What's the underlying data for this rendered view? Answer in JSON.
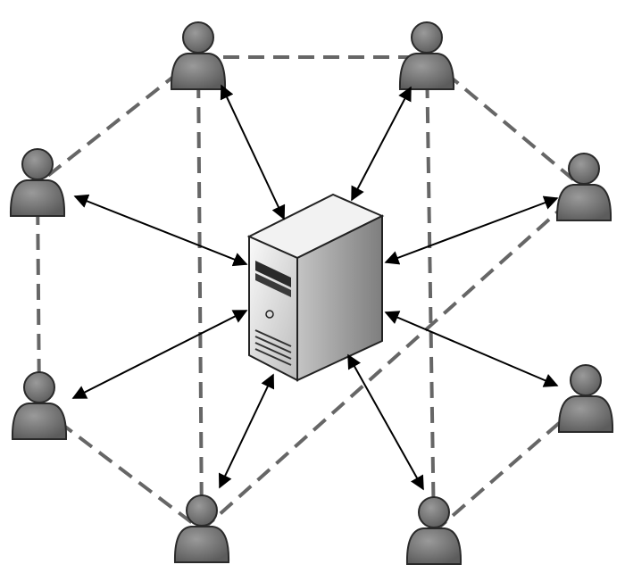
{
  "diagram": {
    "nodes": [
      {
        "id": "server",
        "kind": "server"
      },
      {
        "id": "user-top-left",
        "kind": "user"
      },
      {
        "id": "user-top-right",
        "kind": "user"
      },
      {
        "id": "user-left-upper",
        "kind": "user"
      },
      {
        "id": "user-right-upper",
        "kind": "user"
      },
      {
        "id": "user-left-lower",
        "kind": "user"
      },
      {
        "id": "user-right-lower",
        "kind": "user"
      },
      {
        "id": "user-bottom-left",
        "kind": "user"
      },
      {
        "id": "user-bottom-right",
        "kind": "user"
      }
    ],
    "server_links": [
      {
        "from": "server",
        "to": "user-top-left",
        "style": "solid",
        "direction": "both"
      },
      {
        "from": "server",
        "to": "user-top-right",
        "style": "solid",
        "direction": "both"
      },
      {
        "from": "server",
        "to": "user-left-upper",
        "style": "solid",
        "direction": "both"
      },
      {
        "from": "server",
        "to": "user-right-upper",
        "style": "solid",
        "direction": "both"
      },
      {
        "from": "server",
        "to": "user-left-lower",
        "style": "solid",
        "direction": "both"
      },
      {
        "from": "server",
        "to": "user-right-lower",
        "style": "solid",
        "direction": "both"
      },
      {
        "from": "server",
        "to": "user-bottom-left",
        "style": "solid",
        "direction": "both"
      },
      {
        "from": "server",
        "to": "user-bottom-right",
        "style": "solid",
        "direction": "both"
      }
    ],
    "peer_links": [
      {
        "from": "user-top-left",
        "to": "user-top-right",
        "style": "dashed"
      },
      {
        "from": "user-top-left",
        "to": "user-left-upper",
        "style": "dashed"
      },
      {
        "from": "user-top-right",
        "to": "user-right-upper",
        "style": "dashed"
      },
      {
        "from": "user-left-upper",
        "to": "user-left-lower",
        "style": "dashed"
      },
      {
        "from": "user-left-lower",
        "to": "user-bottom-left",
        "style": "dashed"
      },
      {
        "from": "user-bottom-right",
        "to": "user-right-lower",
        "style": "dashed"
      },
      {
        "from": "user-top-left",
        "to": "user-bottom-left",
        "style": "dashed"
      },
      {
        "from": "user-top-right",
        "to": "user-bottom-right",
        "style": "dashed"
      },
      {
        "from": "user-bottom-left",
        "to": "user-right-upper",
        "style": "dashed"
      }
    ],
    "colors": {
      "user_fill": "#7a7a7a",
      "dashed_link": "#666666",
      "solid_link": "#000000",
      "server_front": "#d8d8d8",
      "server_side": "#9a9a9a",
      "server_top": "#efefef"
    }
  }
}
